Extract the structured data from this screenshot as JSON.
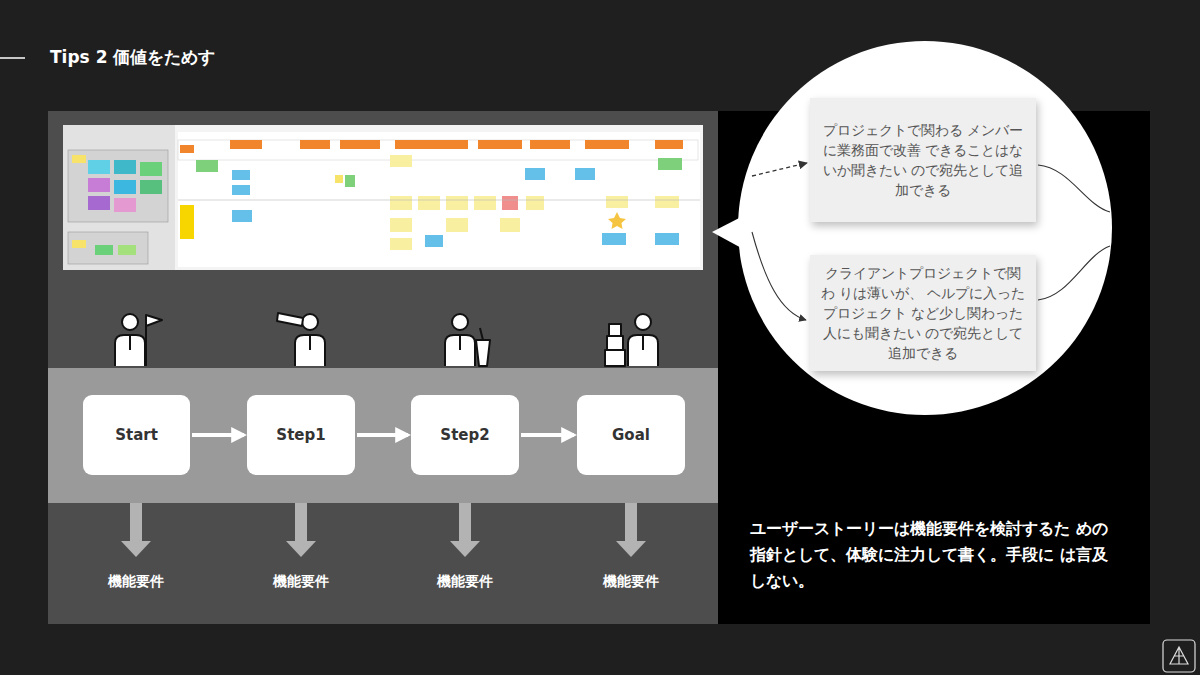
{
  "diagram": {
    "title": "Tips 2 価値をためす",
    "caption": "ユーザーストーリーは機能要件を検討するた めの指針として、体験に注力して書く。手段に は言及しない。",
    "nodes": [
      {
        "text": [
          "Start"
        ]
      },
      {
        "text": [
          "Step1"
        ]
      },
      {
        "text": [
          "Step2"
        ]
      },
      {
        "text": [
          "Goal"
        ]
      },
      {
        "text": [
          "プロジェクトで関わる メンバーに業務面で改善 できることはないか聞きたい ので宛先として追加できる"
        ]
      },
      {
        "text": [
          "クライアントプロジェクトで関わ りは薄いが、 ヘルプに入ったプロジェクト など少し関わった人にも聞きたい ので宛先として追加できる"
        ]
      }
    ],
    "edges": [
      {
        "from": 0,
        "to": 1,
        "arrow": "to"
      },
      {
        "from": 1,
        "to": 2,
        "arrow": "to"
      },
      {
        "from": 2,
        "to": 3,
        "arrow": "to"
      }
    ],
    "labels": [
      "機能要件",
      "機能要件",
      "機能要件",
      "機能要件"
    ]
  }
}
